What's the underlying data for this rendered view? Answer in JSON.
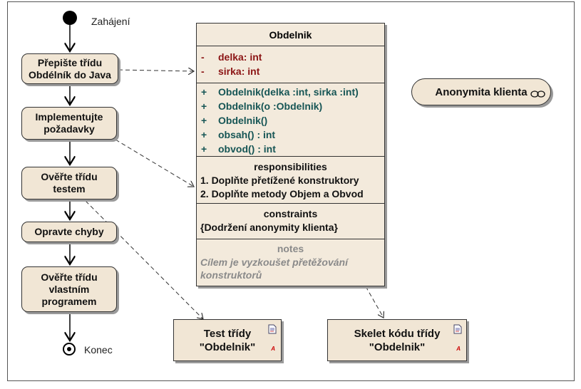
{
  "activity": {
    "start_label": "Zahájení",
    "end_label": "Konec",
    "actions": [
      "Přepište třídu\nObdélník do Java",
      "Implementujte\npožadavky",
      "Ověřte třídu\ntestem",
      "Opravte chyby",
      "Ověřte třídu\nvlastním\nprogramem"
    ]
  },
  "class_box": {
    "name": "Obdelnik",
    "attributes": [
      {
        "visibility": "-",
        "text": "delka:  int"
      },
      {
        "visibility": "-",
        "text": "sirka:  int"
      }
    ],
    "operations": [
      {
        "visibility": "+",
        "text": "Obdelnik(delka :int, sirka :int)"
      },
      {
        "visibility": "+",
        "text": "Obdelnik(o :Obdelnik)"
      },
      {
        "visibility": "+",
        "text": "Obdelnik()"
      },
      {
        "visibility": "+",
        "text": "obsah() : int"
      },
      {
        "visibility": "+",
        "text": "obvod() : int"
      }
    ],
    "responsibilities_title": "responsibilities",
    "responsibilities": [
      "1. Doplňte přetížené konstruktory",
      "2. Doplňte metody Objem a Obvod"
    ],
    "constraints_title": "constraints",
    "constraints": "{Dodržení anonymity klienta}",
    "notes_title": "notes",
    "notes_text": "Cílem je vyzkoušet přetěžování\nkonstruktorů"
  },
  "artifacts": {
    "test": "Test třídy\n\"Obdelnik\"",
    "skeleton": "Skelet kódu třídy\n\"Obdelnik\""
  },
  "usecase": "Anonymita klienta",
  "colors": {
    "fill": "#f1e6d5",
    "attribute": "#8b1414",
    "operation": "#165555",
    "notes": "#8a8a8a"
  }
}
